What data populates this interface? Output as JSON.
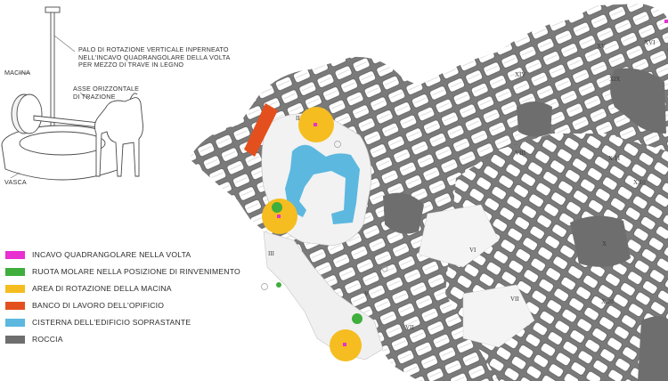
{
  "colors": {
    "magenta": "#e82fd0",
    "green": "#3fae3c",
    "yellow": "#f5bd1f",
    "orange": "#e4501d",
    "lightblue": "#5cb8df",
    "rock": "#6e6e6e"
  },
  "sketch": {
    "annotations": {
      "pole": [
        "PALO DI ROTAZIONE VERTICALE INPERNEATO",
        "NELL'INCAVO QUADRANGOLARE DELLA VOLTA",
        "PER MEZZO DI TRAVE IN LEGNO"
      ],
      "millstone": "MACINA",
      "axis": [
        "ASSE ORIZZONTALE",
        "DI TRAZIONE"
      ],
      "basin": "VASCA"
    }
  },
  "legend": [
    {
      "label": "INCAVO QUADRANGOLARE NELLA VOLTA",
      "color": "#e82fd0"
    },
    {
      "label": "RUOTA MOLARE NELLA POSIZIONE DI RINVENIMENTO",
      "color": "#3fae3c"
    },
    {
      "label": "AREA DI ROTAZIONE DELLA MACINA",
      "color": "#f5bd1f"
    },
    {
      "label": "BANCO DI LAVORO DELL'OPIFICIO",
      "color": "#e4501d"
    },
    {
      "label": "CISTERNA DELL'EDIFICIO SOPRASTANTE",
      "color": "#5cb8df"
    },
    {
      "label": "ROCCIA",
      "color": "#6e6e6e"
    }
  ],
  "rooms": [
    "II",
    "III",
    "V",
    "VI",
    "VII",
    "VIII",
    "X",
    "XIV",
    "XV",
    "XVI",
    "XIX",
    "X.10",
    "X.20",
    "X.11",
    "VII"
  ]
}
